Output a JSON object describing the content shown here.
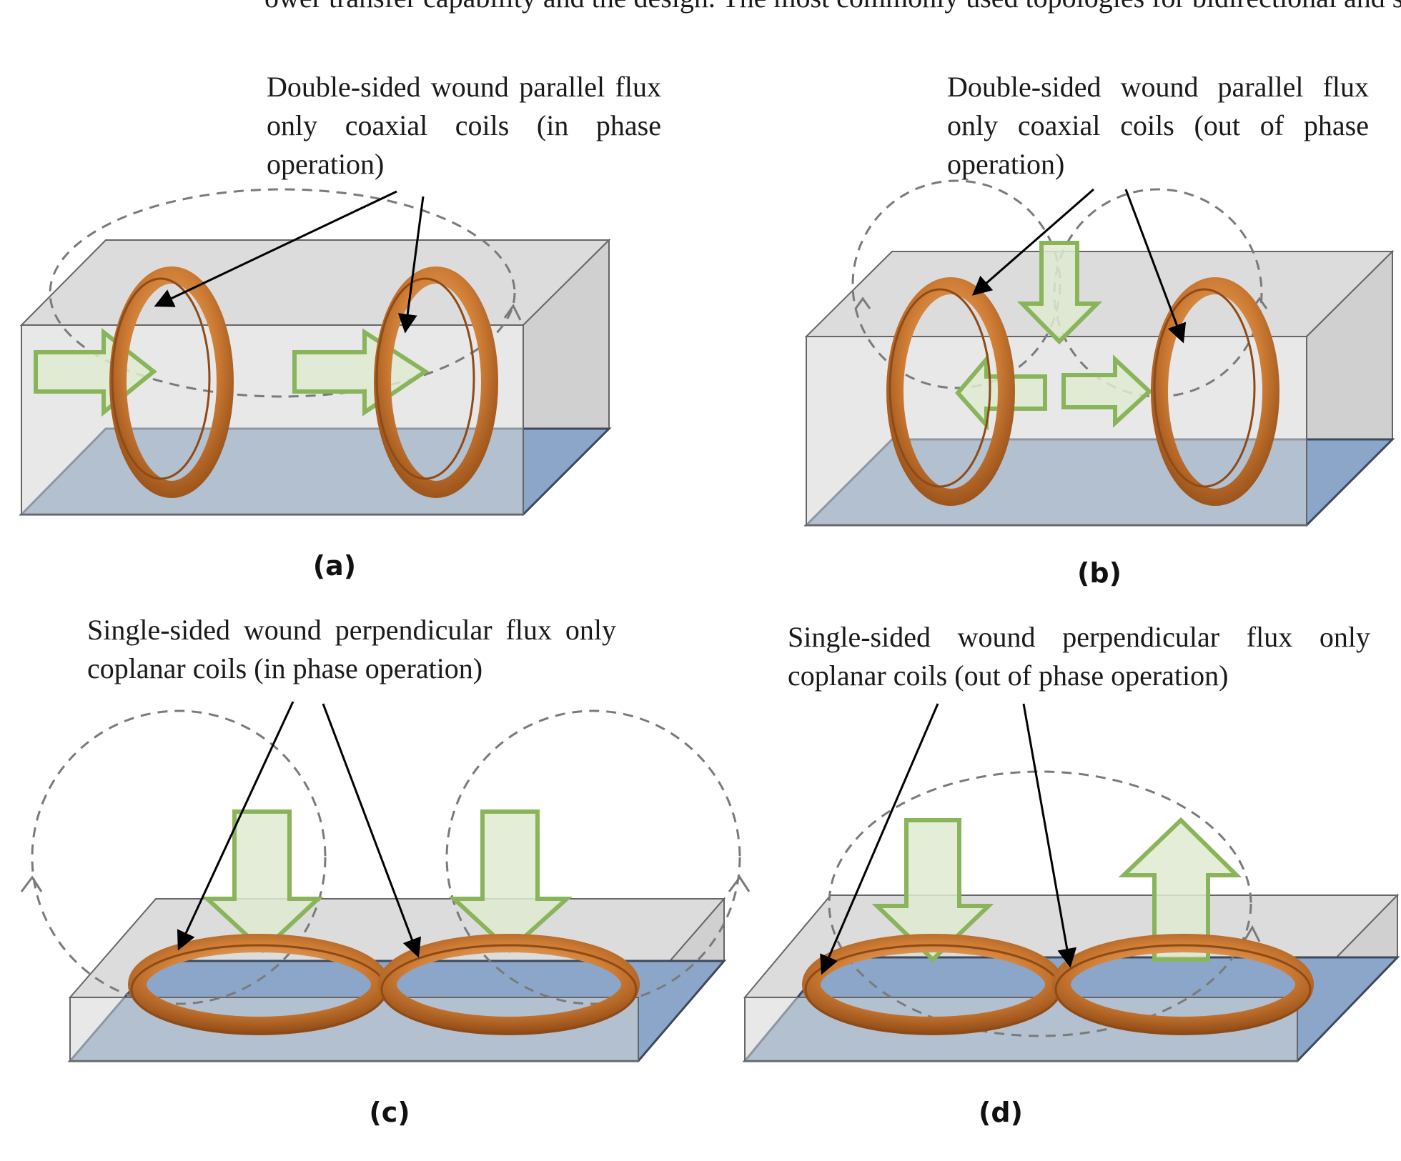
{
  "top_text": "ower transfer capability and the design. The most commonly used topologies for bidirectional and single-",
  "panels": [
    {
      "id": "a",
      "label": "(a)",
      "description": "Double-sided wound parallel flux only coaxial coils (in phase operation)"
    },
    {
      "id": "b",
      "label": "(b)",
      "description": "Double-sided wound parallel flux only coaxial coils (out of phase operation)"
    },
    {
      "id": "c",
      "label": "(c)",
      "description": "Single-sided wound perpendicular flux only coplanar coils (in phase operation)"
    },
    {
      "id": "d",
      "label": "(d)",
      "description": "Single-sided wound perpendicular flux only coplanar coils (out of phase operation)"
    }
  ],
  "colors": {
    "coil": "#c8702a",
    "coil_highlight": "#f0b27a",
    "plate": "#8ba6c8",
    "box": "#d9d9d9",
    "arrow_fill": "#dfead0",
    "arrow_stroke": "#8ab45a",
    "flux_line": "#7a7a7a"
  }
}
